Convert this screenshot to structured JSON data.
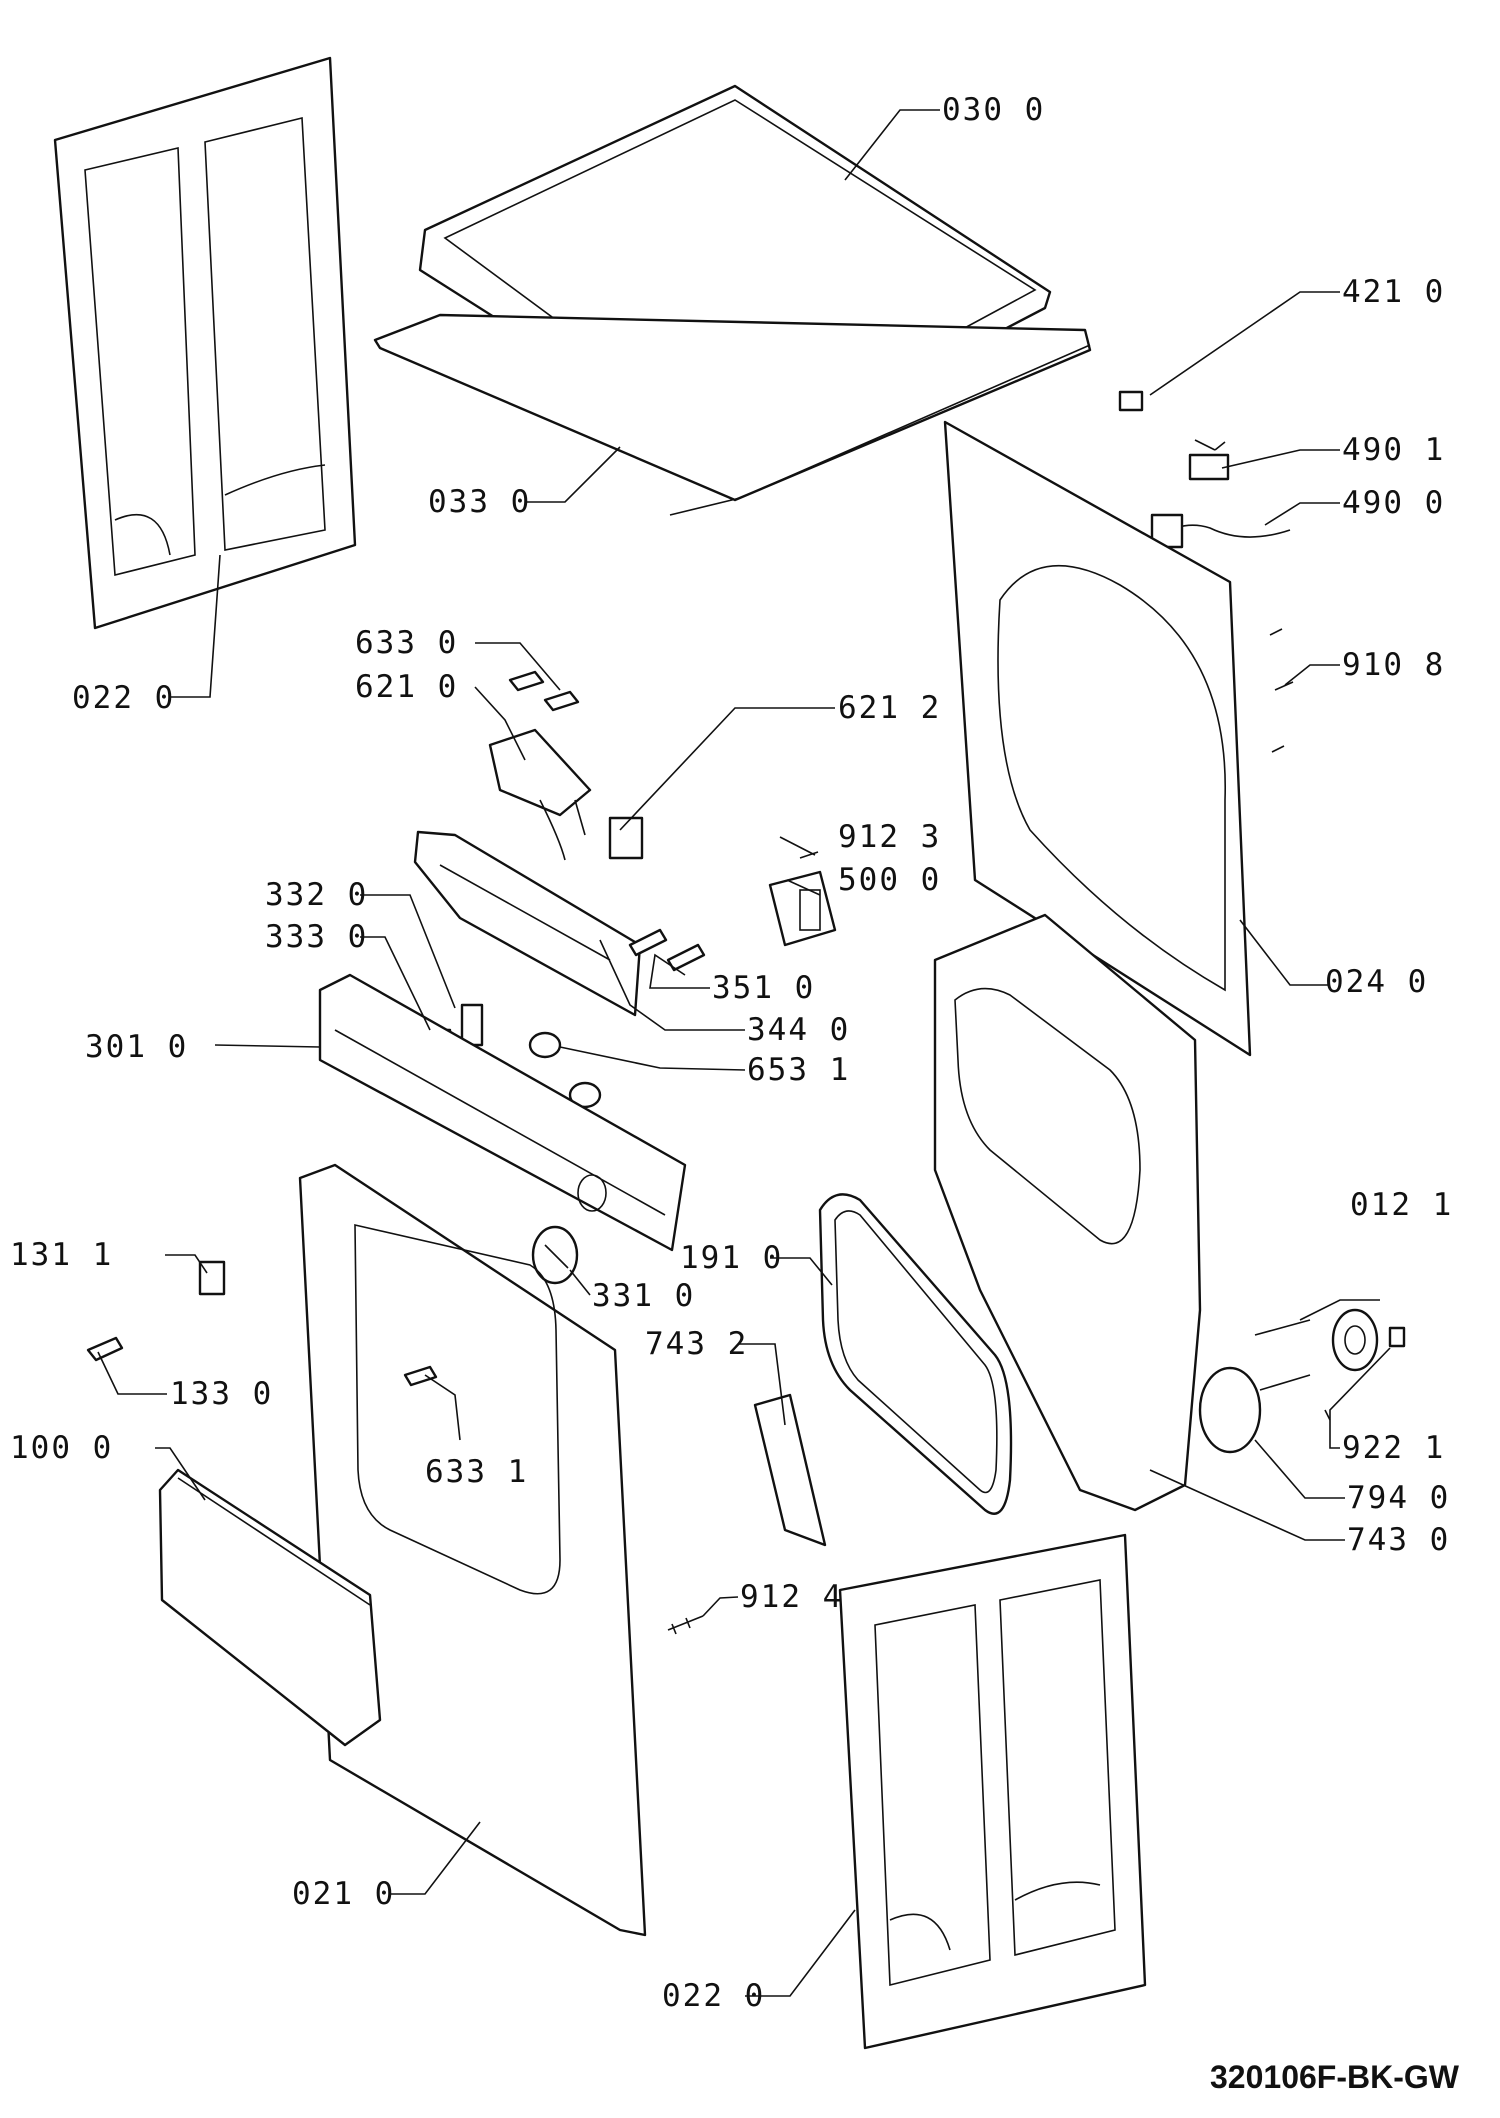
{
  "drawing_code": "320106F-BK-GW",
  "labels": {
    "l030_0": "030 0",
    "l421_0": "421 0",
    "l490_1": "490 1",
    "l490_0": "490 0",
    "l033_0": "033 0",
    "l910_8": "910 8",
    "l022_0_left": "022 0",
    "l633_0": "633 0",
    "l621_0": "621 0",
    "l621_2": "621 2",
    "l912_3": "912 3",
    "l500_0": "500 0",
    "l024_0": "024 0",
    "l332_0": "332 0",
    "l333_0": "333 0",
    "l351_0": "351 0",
    "l344_0": "344 0",
    "l653_1": "653 1",
    "l301_0": "301 0",
    "l012_1": "012 1",
    "l191_0": "191 0",
    "l331_0": "331 0",
    "l131_1": "131 1",
    "l743_2": "743 2",
    "l133_0": "133 0",
    "l100_0": "100 0",
    "l633_1": "633 1",
    "l922_1": "922 1",
    "l794_0": "794 0",
    "l743_0": "743 0",
    "l912_4": "912 4",
    "l021_0": "021 0",
    "l022_0_right": "022 0"
  }
}
